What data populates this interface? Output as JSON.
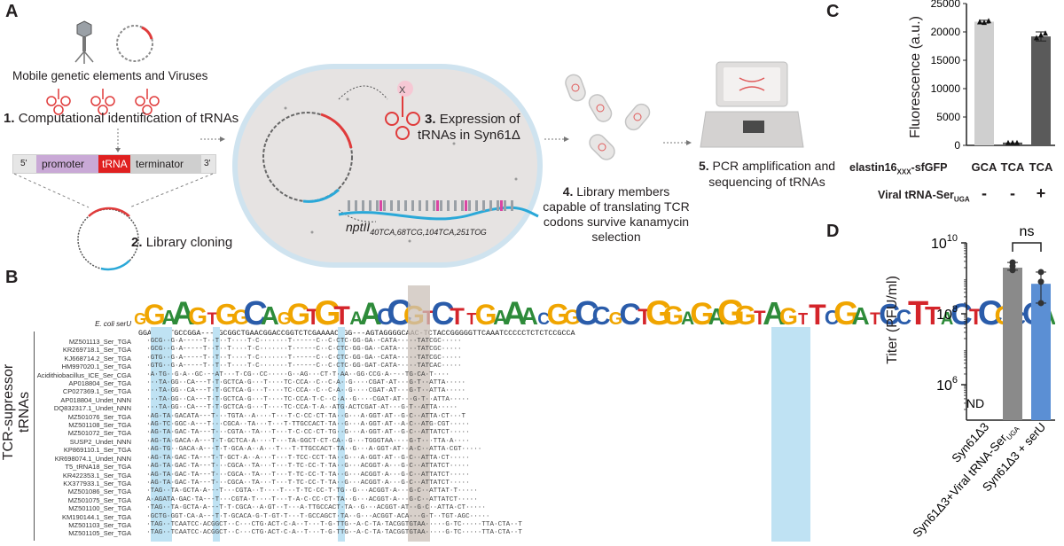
{
  "panel_labels": {
    "a": "A",
    "b": "B",
    "c": "C",
    "d": "D"
  },
  "panel_a": {
    "mobile_label": "Mobile genetic elements and Viruses",
    "step1_num": "1.",
    "step1_text": "Computational identification of tRNAs",
    "construct": {
      "five": "5'",
      "promoter": "promoter",
      "trna": "tRNA",
      "terminator": "terminator",
      "three": "3'"
    },
    "step2_num": "2.",
    "step2_text": "Library cloning",
    "step3_num": "3.",
    "step3_line1": "Expression of",
    "step3_line2": "tRNAs in Syn61Δ",
    "gene_name": "nptII",
    "gene_sub": "40TCA,68TCG,104TCA,251TCG",
    "trna_x": "X",
    "step4_num": "4.",
    "step4_lines": [
      "Library members",
      "capable of translating TCR",
      "codons survive kanamycin",
      "selection"
    ],
    "step5_num": "5.",
    "step5_lines": [
      "PCR amplification and",
      "sequencing of tRNAs"
    ]
  },
  "panel_b": {
    "ylabel": "TCR-supressor tRNAs",
    "reference_name": "E. coli serU",
    "logo_text": "GGAAGTGGCAGGTGTAACCGTCTTGAAACGGCCGCTGGAGAGGTAGTTCGATCCTTACTCGCCA",
    "reference_seq": "GGAGAGATGCCGGA----GCGGCTGAACGGACCGGTCTCGAAAACCGG---AGTAGGGGCAAC-TCTACCGGGGGTTCAAATCCCCCTCTCTCCGCCA",
    "sequences": [
      {
        "name": "MZ501113_Ser_TGA",
        "seq": "  ·GCG··G·A-----T··T··T····T·C·······T·-----C··C·CTC·GG·GA·-CATA-····TATCGC·····"
      },
      {
        "name": "KR269718.1_Ser_TGA",
        "seq": "  ·GCG··G·A-----T··T··T····T·C·······T·-----C··C·CTC·GG·GA·-CATA-····TATCGC·····"
      },
      {
        "name": "KJ668714.2_Ser_TGA",
        "seq": "  ·GTG··G·A-----T··T··T····T·C·······T·-----C··C·CTC·GG·GA·-CATA-····TATCGC·····"
      },
      {
        "name": "HM997020.1_Ser_TGA",
        "seq": "  ·GTG··G·A-----T··T··T····T·C·······T·-----C··C·CTC·GG·GAT·CATA-····TATCAC·····"
      },
      {
        "name": "Acidithiobacillus_ICE_Ser_CGA",
        "seq": "  ·A·TG··G·A··GC·--AT···T·CG··CC·····G··AG···CT·T·AA··GG·CCG·A·-··TG·CA·T····"
      },
      {
        "name": "AP018804_Ser_TGA",
        "seq": "  ···TA·GG··CA---T·T·GCTCA·G···T····TC·CCA··C··C·A··G····CGAT·AT···G·T··ATTA·····"
      },
      {
        "name": "CP027369.1_Ser_TGA",
        "seq": "  ···TA·GG··CA---T·T·GCTCA·G···T····TC·CCA··C··C·A··G····CGAT·AT···G·T··ATTA·····"
      },
      {
        "name": "AP018804_Undet_NNN",
        "seq": "  ···TA·GG··CA---T·T·GCTCA·G···T····TC·CCA·T·C··C·A··G····CGAT·AT···G·T··ATTA·····"
      },
      {
        "name": "DQ832317.1_Undet_NNN",
        "seq": "  ···TA·GG··CA---T·T·GCTCA·G···T····TC·CCA·T·A··ATG·ACTCGAT·AT···G·T··ATTA·····"
      },
      {
        "name": "MZ501076_Ser_TGA",
        "seq": "  ·AG·TA·GACATA---T···TGTA··A····T···T·C·CC·CT·TA··G···A·GGT·AT··G·C··ATTA·CT···T"
      },
      {
        "name": "MZ501108_Ser_TGA",
        "seq": "  ·AG·TC·GGC·A---T···CGCA··TA···T···T·TTGCCACT·TA··G···A·GGT·AT··A·C··ATG·CGT·····"
      },
      {
        "name": "MZ501072_Ser_TGA",
        "seq": "  ·AG·TA·GAC·TA---T···CGTA··TA···T···T·C·CC·CT·TG··G···A·GGT·AT··G·C··ATTATCT·····"
      },
      {
        "name": "SUSP2_Undet_NNN",
        "seq": "  ·AG·TA·GACA·A---T·T·GCTCA·A····T···TA·GGCT·CT·CA··G···TGGGTAA····G·T···TTA·A····"
      },
      {
        "name": "KP869110.1_Ser_TGA",
        "seq": "  ·AG·TG··GACA·A---T·T·GCA·A··A···T···T·TTGCCACT·TA··G···A·GGT·AT··A·C··ATTA·CGT·····"
      },
      {
        "name": "KR698074.1_Undet_NNN",
        "seq": "  ·AG·TA·GAC·TA---T·T·GCT·A··A···T···T·TCC·CCT·TA··G···A·GGT·AT··G·C··ATTA·CT·····"
      },
      {
        "name": "T5_tRNA18_Ser_TGA",
        "seq": "  ·AG·TA·GAC·TA---T···CGCA··TA···T···T·TC·CC·T·TA··G···ACGGT·A···G·C··ATTATCT·····"
      },
      {
        "name": "KR422353.1_Ser_TGA",
        "seq": "  ·AG·TA·GAC·TA---T···CGCA··TA···T···T·TC·CC·T·TA··G···ACGGT·A···G·C··ATTATCT·····"
      },
      {
        "name": "KX377933.1_Ser_TGA",
        "seq": "  ·AG·TA·GAC·TA---T···CGCA··TA···T···T·TC·CC·T·TA··G···ACGGT·A···G·C··ATTATCT·····"
      },
      {
        "name": "MZ501086_Ser_TGA",
        "seq": "  ·TAG··TA·GCTA·A---T···CGTA··T····T···T·TC·CC·T·TG··G···ACGGT·A···G·C··ATTAT·T·····"
      },
      {
        "name": "MZ501075_Ser_TGA",
        "seq": "  A·AGATA·GAC·TA---T···CGTA·T····T···T·A·C·CC·CT·TA··G···ACGGT·A···G·C··ATTATCT·····"
      },
      {
        "name": "MZ501100_Ser_TGA",
        "seq": "  ·TAG··TA·GCTA·A---T·T·CGCA··A·GT··T···A·TTGCCACT·TA··G···ACGGT·AT··G·C··ATTA·CT·····"
      },
      {
        "name": "KM190144.1_Ser_TGA",
        "seq": "  ·GCTG·GGT·CA·A---T·T·GCACA·G·T·GT·T···T·GCCAGCT·TA··G···ACGGT·ACA···G·T··TGT·AGC·····"
      },
      {
        "name": "MZ501103_Ser_TGA",
        "seq": "  ·TAG··TCAATCC·ACGGCT··C···CTG·ACT·C·A··T···T·G·TTG·-A·C·TA·TACGGTGTAA·····G·TC·····TTA·CTA··T"
      },
      {
        "name": "MZ501105_Ser_TGA",
        "seq": "  ·TAG··TCAATCC·ACGGCT··C···CTG·ACT·C·A··T···T·G·TTG·-A·C·TA·TACGGTGTAA·····G·TC·····TTA·CTA··T"
      }
    ]
  },
  "panel_c": {
    "ylabel": "Fluorescence (a.u.)",
    "row1_label": "elastin16",
    "row1_sub": "XXX",
    "row1_suffix": "-sfGFP",
    "row2_label": "Viral tRNA-Ser",
    "row2_sub": "UGA",
    "chart_data": {
      "type": "bar",
      "categories": [
        "GCA",
        "TCA",
        "TCA"
      ],
      "values": [
        21800,
        500,
        19200
      ],
      "points": [
        [
          21800,
          21700,
          22000
        ],
        [
          500,
          500,
          500
        ],
        [
          19000,
          19500,
          19800
        ]
      ],
      "error": [
        250,
        0,
        800
      ],
      "viral_trna": [
        "-",
        "-",
        "+"
      ],
      "ylim": [
        0,
        25000
      ],
      "yticks": [
        "0",
        "5000",
        "10000",
        "15000",
        "20000",
        "25000"
      ],
      "ylabel": "Fluorescence (a.u.)",
      "colors": [
        "#cfcfcf",
        "#5a5a5a",
        "#5a5a5a"
      ]
    }
  },
  "panel_d": {
    "ylabel": "Titer (PFU/ml)",
    "nd_label": "ND",
    "sig_label": "ns",
    "chart_data": {
      "type": "bar",
      "scale": "log",
      "categories": [
        "Syn61Δ3",
        "Syn61Δ3+Viral tRNA-Ser",
        "Syn61Δ3 + serU"
      ],
      "category_sub": [
        "",
        "UGA",
        ""
      ],
      "values": [
        null,
        2000000000,
        700000000
      ],
      "points": [
        [],
        [
          1700000000,
          2200000000,
          2800000000
        ],
        [
          800000000,
          1500000000,
          200000000
        ]
      ],
      "ylim": [
        100000,
        10000000000
      ],
      "yticks": [
        "10^6",
        "10^8",
        "10^10"
      ],
      "ylabel": "Titer (PFU/ml)",
      "colors": [
        "#8a8a8a",
        "#8a8a8a",
        "#5b8fd4"
      ],
      "annotations": [
        "ND",
        "ns"
      ]
    }
  }
}
